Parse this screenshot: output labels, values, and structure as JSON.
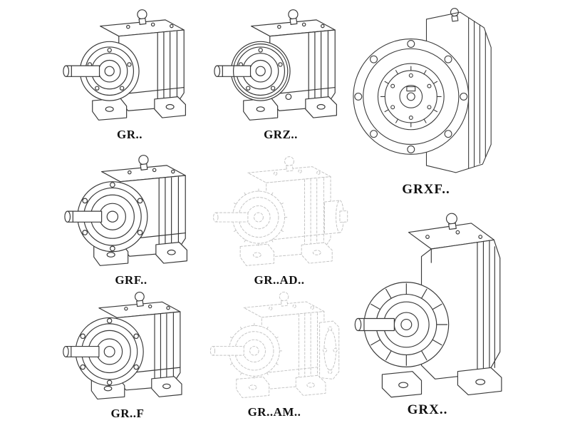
{
  "page": {
    "background": "#ffffff"
  },
  "colors": {
    "line": "#3a3a3a",
    "phantom_line": "#c3c3c3",
    "label": "#111111"
  },
  "units": [
    {
      "id": "gr",
      "label": "GR..",
      "style": "solid"
    },
    {
      "id": "grz",
      "label": "GRZ..",
      "style": "solid"
    },
    {
      "id": "grxf",
      "label": "GRXF..",
      "style": "solid"
    },
    {
      "id": "grf",
      "label": "GRF..",
      "style": "solid"
    },
    {
      "id": "gr-ad",
      "label": "GR..AD..",
      "style": "phantom"
    },
    {
      "id": "gr-f",
      "label": "GR..F",
      "style": "solid"
    },
    {
      "id": "gr-am",
      "label": "GR..AM..",
      "style": "phantom"
    },
    {
      "id": "grx",
      "label": "GRX..",
      "style": "solid"
    }
  ]
}
